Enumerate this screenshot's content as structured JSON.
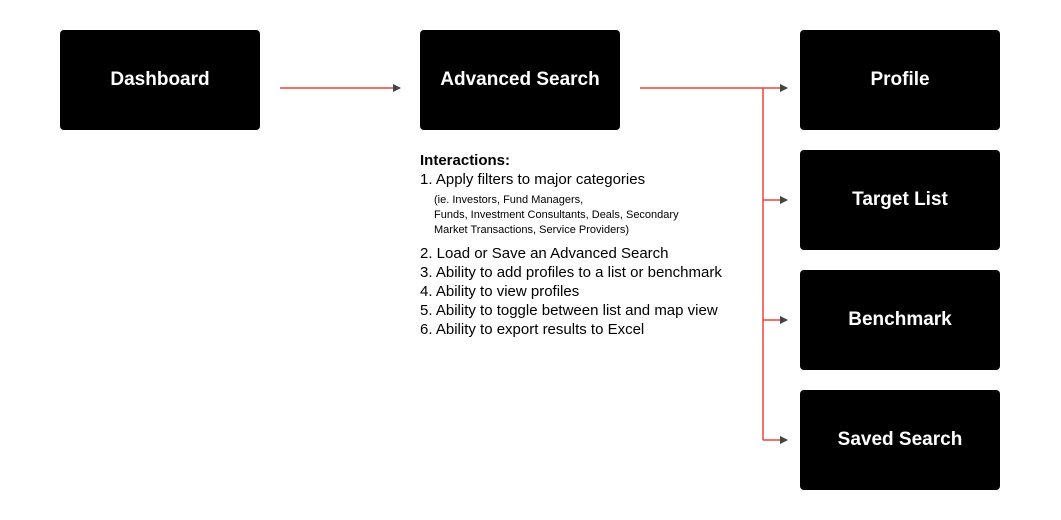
{
  "nodes": {
    "dashboard": "Dashboard",
    "advanced_search": "Advanced Search",
    "profile": "Profile",
    "target_list": "Target List",
    "benchmark": "Benchmark",
    "saved_search": "Saved Search"
  },
  "notes": {
    "heading": "Interactions:",
    "item1": "1. Apply filters to major categories",
    "subnote": [
      "(ie. Investors, Fund Managers,",
      "Funds, Investment Consultants, Deals, Secondary",
      "Market Transactions, Service Providers)"
    ],
    "items": [
      "2. Load or Save an Advanced Search",
      "3. Ability to add profiles to a list or benchmark",
      "4. Ability to view profiles",
      "5. Ability to toggle between list and map view",
      "6. Ability to export results to Excel"
    ]
  },
  "colors": {
    "connector": "#e8473a",
    "arrowhead": "#444444",
    "node_bg": "#000000",
    "node_text": "#ffffff"
  }
}
